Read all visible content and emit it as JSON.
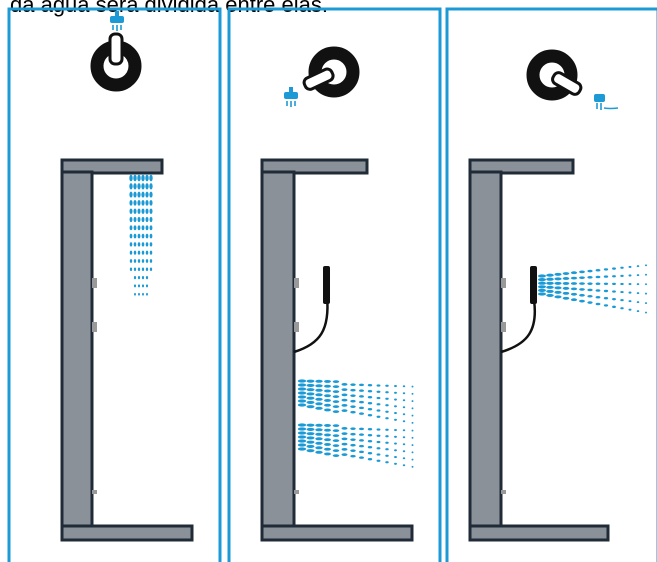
{
  "caption": "da água será dividida entre elas.",
  "colors": {
    "panel_border": "#1b9ad6",
    "water": "#1b9ad6",
    "column_fill": "#8b9199",
    "column_stroke": "#1f2b36",
    "knob": "#111111",
    "hose": "#111111",
    "nozzle": "#999999"
  },
  "panels": [
    {
      "label": "head-shower",
      "knob_icon": "overhead-shower-icon"
    },
    {
      "label": "body-jets",
      "knob_icon": "overhead-shower-icon"
    },
    {
      "label": "hand-shower",
      "knob_icon": "hand-shower-icon"
    }
  ]
}
